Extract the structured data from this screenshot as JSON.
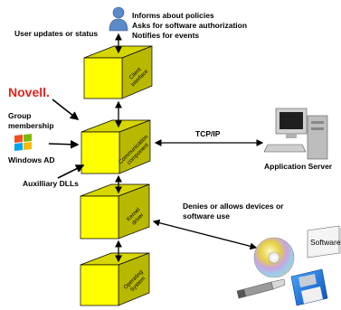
{
  "top": {
    "user_updates": "User updates or status",
    "policy_lines": [
      "Informs about policies",
      "Asks for software authorization",
      "Notifies for events"
    ]
  },
  "layers": [
    {
      "key": "client",
      "lines": [
        "Client",
        "interface"
      ]
    },
    {
      "key": "comm",
      "lines": [
        "Communication",
        "component"
      ]
    },
    {
      "key": "kernel",
      "lines": [
        "Kernel",
        "driver"
      ]
    },
    {
      "key": "os",
      "lines": [
        "Operating",
        "System"
      ]
    }
  ],
  "left": {
    "novell_logo": "Novell.",
    "group_membership": [
      "Group",
      "membership"
    ],
    "windows_ad": "Windows AD",
    "aux_dlls": "Auxilliary DLLs"
  },
  "right": {
    "tcpip": "TCP/IP",
    "app_server": "Application Server",
    "denies": [
      "Denies or allows devices or",
      "software use"
    ],
    "software_box": "Software X"
  },
  "colors": {
    "box_face": "#ffff00",
    "box_side": "#b8b800",
    "box_top": "#d6d600",
    "novell_red": "#e8221b"
  },
  "icons": [
    "user-icon",
    "windows-logo-icon",
    "server-computer-icon",
    "cd-disc-icon",
    "usb-drive-icon",
    "floppy-disk-icon",
    "software-box-icon"
  ]
}
